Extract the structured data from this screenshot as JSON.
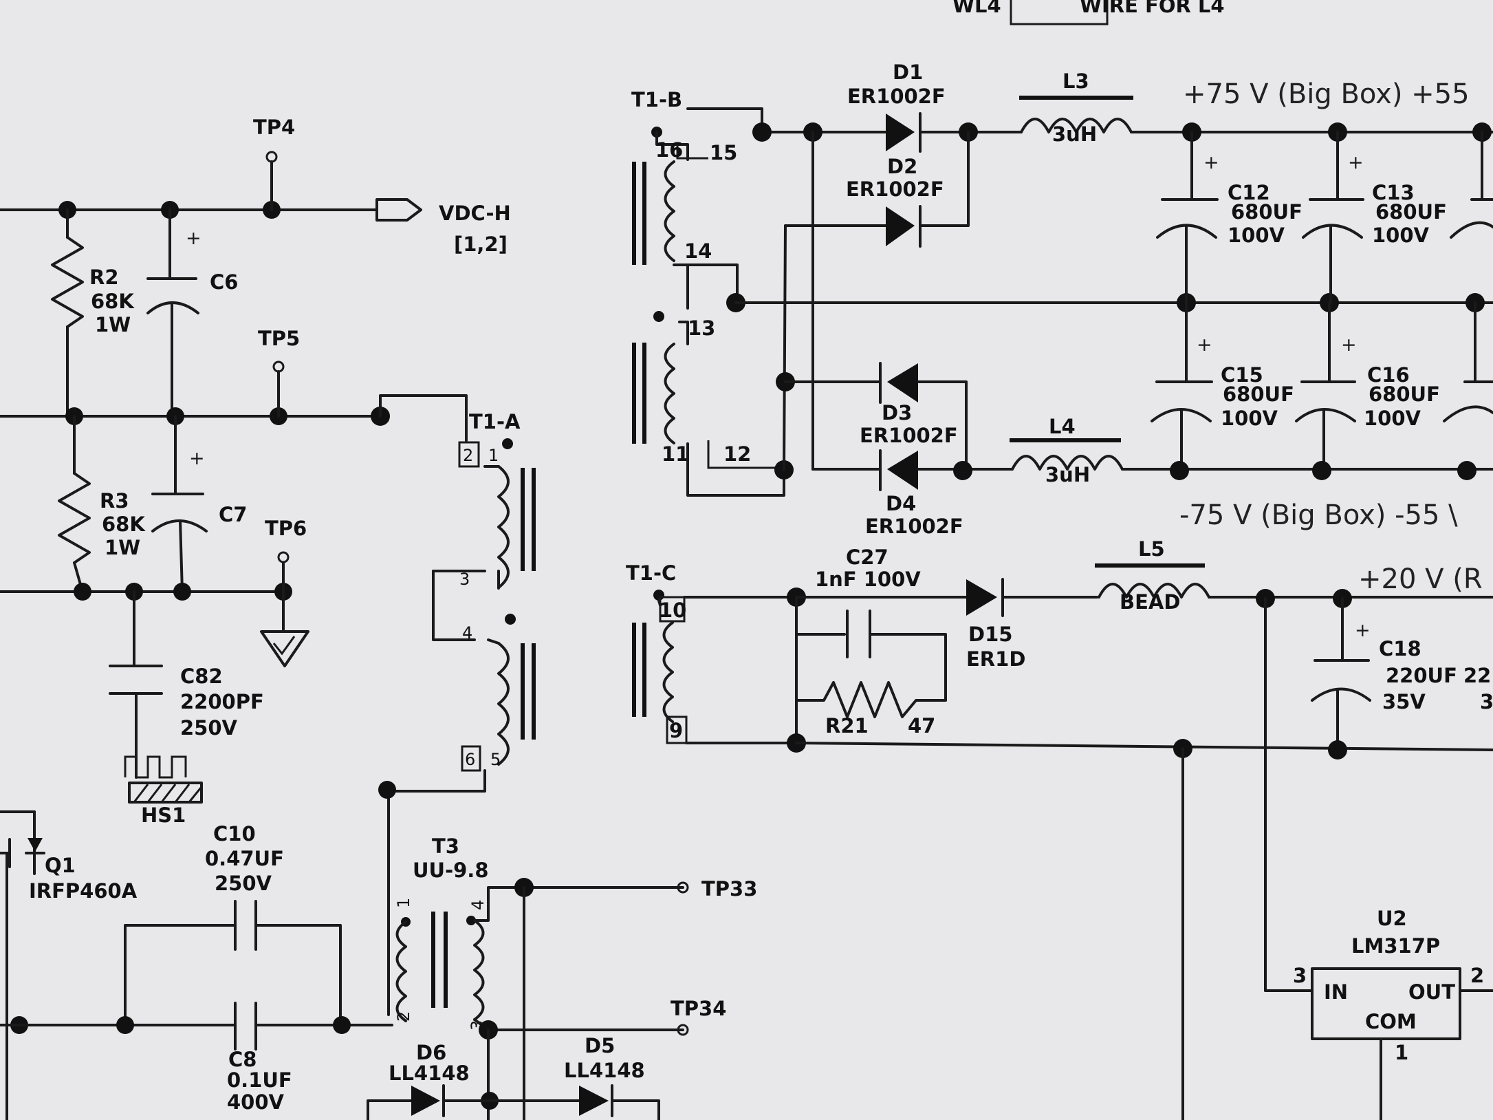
{
  "header": {
    "top_left": "WL4",
    "top_right": "WIRE FOR L4"
  },
  "rails": {
    "pos75": "+75 V (Big Box) +55",
    "neg75": "-75 V (Big Box)  -55 \\",
    "pos20": "+20 V (R"
  },
  "components": {
    "tp4": "TP4",
    "tp5": "TP5",
    "tp6": "TP6",
    "tp33": "TP33",
    "tp34": "TP34",
    "vdch": "VDC-H",
    "vdch_ref": "[1,2]",
    "r2": "R2",
    "r2_val": "68K",
    "r2_w": "1W",
    "r3": "R3",
    "r3_val": "68K",
    "r3_w": "1W",
    "c6": "C6",
    "c7": "C7",
    "c82": "C82",
    "c82_val": "2200PF",
    "c82_v": "250V",
    "hs1": "HS1",
    "q1": "Q1",
    "q1_val": "IRFP460A",
    "c10": "C10",
    "c10_val": "0.47UF",
    "c10_v": "250V",
    "c8": "C8",
    "c8_val": "0.1UF",
    "c8_v": "400V",
    "t3": "T3",
    "t3_val": "UU-9.8",
    "d6": "D6",
    "d6_val": "LL4148",
    "d5": "D5",
    "d5_val": "LL4148",
    "t1a": "T1-A",
    "t1b": "T1-B",
    "t1c": "T1-C",
    "d1": "D1",
    "d1_val": "ER1002F",
    "d2": "D2",
    "d2_val": "ER1002F",
    "d3": "D3",
    "d3_val": "ER1002F",
    "d4": "D4",
    "d4_val": "ER1002F",
    "l3": "L3",
    "l3_val": "3uH",
    "l4": "L4",
    "l4_val": "3uH",
    "l5": "L5",
    "l5_val": "BEAD",
    "c12": "C12",
    "c12_val": "680UF",
    "c12_v": "100V",
    "c13": "C13",
    "c13_val": "680UF",
    "c13_v": "100V",
    "c15": "C15",
    "c15_val": "680UF",
    "c15_v": "100V",
    "c16": "C16",
    "c16_val": "680UF",
    "c16_v": "100V",
    "c27": "C27",
    "c27_val": "1nF 100V",
    "r21": "R21",
    "r21_val": "47",
    "d15": "D15",
    "d15_val": "ER1D",
    "c18": "C18",
    "c18_val": "220UF",
    "c18_v": "35V",
    "c18b_val": "22",
    "c18b_v": "3",
    "u2": "U2",
    "u2_val": "LM317P",
    "u2_in": "IN",
    "u2_out": "OUT",
    "u2_com": "COM"
  },
  "pins": {
    "p1": "1",
    "p2": "2",
    "p3": "3",
    "p4": "4",
    "p5": "5",
    "p6": "6",
    "p9": "9",
    "p10": "10",
    "p11": "11",
    "p12": "12",
    "p13": "13",
    "p14": "14",
    "p15": "15",
    "p16": "16",
    "t3_p1": "1",
    "t3_p2": "2",
    "t3_p3": "3",
    "t3_p4": "4",
    "u2_p1": "1",
    "u2_p2": "2",
    "u2_p3": "3"
  }
}
